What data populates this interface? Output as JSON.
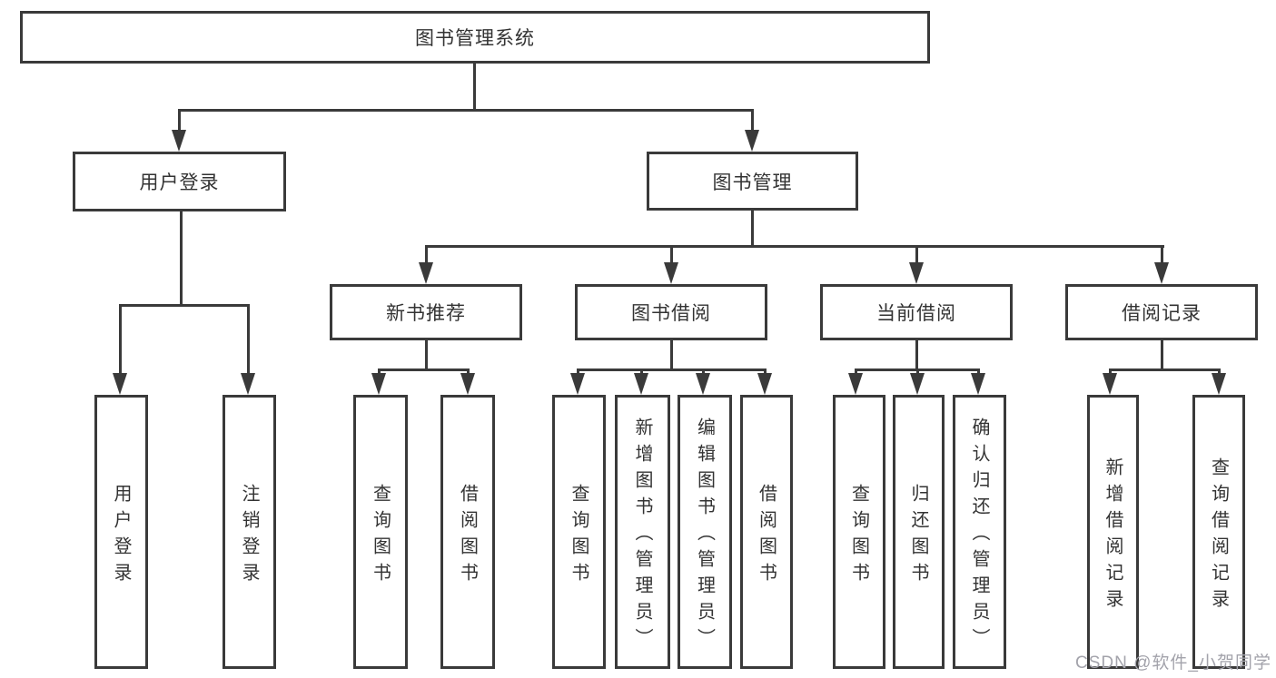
{
  "diagram": {
    "root": "图书管理系统",
    "level2": {
      "user_login": "用户登录",
      "book_mgmt": "图书管理"
    },
    "level3": {
      "new_book": "新书推荐",
      "book_borrow": "图书借阅",
      "current_borrow": "当前借阅",
      "borrow_record": "借阅记录"
    },
    "leaves": {
      "user_login": [
        "用户登录",
        "注销登录"
      ],
      "new_book": [
        "查询图书",
        "借阅图书"
      ],
      "book_borrow": [
        "查询图书",
        "新增图书（管理员）",
        "编辑图书（管理员）",
        "借阅图书"
      ],
      "current_borrow": [
        "查询图书",
        "归还图书",
        "确认归还（管理员）"
      ],
      "borrow_record": [
        "新增借阅记录",
        "查询借阅记录"
      ]
    }
  },
  "watermark": "CSDN @软件_小贺同学",
  "colors": {
    "line": "#3a3a3a",
    "text": "#333333",
    "watermark": "#a3a3ab",
    "background": "#ffffff"
  }
}
